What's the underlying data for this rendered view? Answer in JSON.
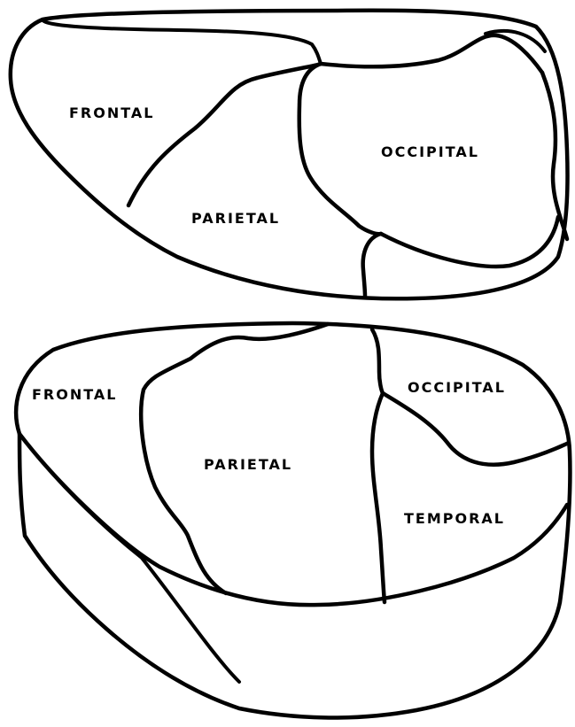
{
  "top_view": {
    "labels": {
      "frontal": "FRONTAL",
      "parietal": "PARIETAL",
      "occipital": "OCCIPITAL"
    }
  },
  "bottom_view": {
    "labels": {
      "frontal": "FRONTAL",
      "parietal": "PARIETAL",
      "occipital": "OCCIPITAL",
      "temporal": "TEMPORAL"
    }
  },
  "colors": {
    "line": "#000000",
    "background": "#ffffff"
  }
}
